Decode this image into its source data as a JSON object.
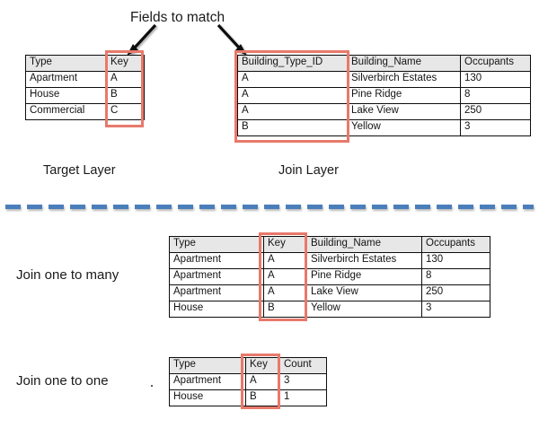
{
  "figure": {
    "heading": "Fields to match",
    "divider_color": "#4a7ebb",
    "highlight_color": "#e8796b",
    "header_fill": "#e7e7e7"
  },
  "target_layer": {
    "caption": "Target Layer",
    "columns": [
      "Type",
      "Key"
    ],
    "rows": [
      [
        "Apartment",
        "A"
      ],
      [
        "House",
        "B"
      ],
      [
        "Commercial",
        "C"
      ]
    ]
  },
  "join_layer": {
    "caption": "Join Layer",
    "columns": [
      "Building_Type_ID",
      "Building_Name",
      "Occupants"
    ],
    "rows": [
      [
        "A",
        "Silverbirch Estates",
        "130"
      ],
      [
        "A",
        "Pine Ridge",
        "8"
      ],
      [
        "A",
        "Lake View",
        "250"
      ],
      [
        "B",
        "Yellow",
        "3"
      ]
    ]
  },
  "one_to_many": {
    "label": "Join one to many",
    "columns": [
      "Type",
      "Key",
      "Building_Name",
      "Occupants"
    ],
    "rows": [
      [
        "Apartment",
        "A",
        "Silverbirch Estates",
        "130"
      ],
      [
        "Apartment",
        "A",
        "Pine Ridge",
        "8"
      ],
      [
        "Apartment",
        "A",
        "Lake View",
        "250"
      ],
      [
        "House",
        "B",
        "Yellow",
        "3"
      ]
    ]
  },
  "one_to_one": {
    "label": "Join one to one",
    "columns": [
      "Type",
      "Key",
      "Count"
    ],
    "rows": [
      [
        "Apartment",
        "A",
        "3"
      ],
      [
        "House",
        "B",
        "1"
      ]
    ]
  }
}
